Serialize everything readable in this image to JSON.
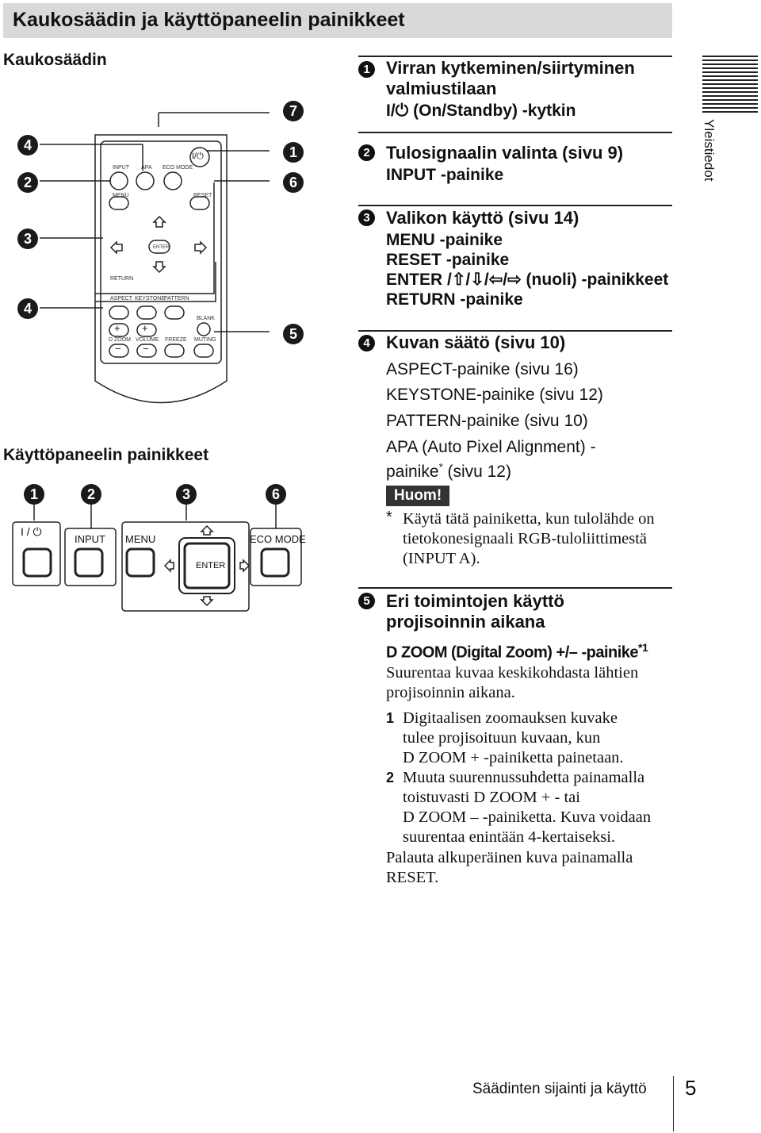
{
  "header": {
    "title": "Kaukosäädin ja käyttöpaneelin painikkeet"
  },
  "left": {
    "remote_heading": "Kaukosäädin",
    "panel_heading": "Käyttöpaneelin painikkeet",
    "callouts": {
      "c1": "1",
      "c2": "2",
      "c3": "3",
      "c4": "4",
      "c5": "5",
      "c6": "6",
      "c7": "7"
    },
    "remote": {
      "input": "INPUT",
      "apa": "APA",
      "eco": "ECO MODE",
      "power": "I/⏻",
      "menu": "MENU",
      "reset": "RESET",
      "enter": "ENTER",
      "return": "RETURN",
      "aspect": "ASPECT",
      "keystone": "KEYSTONE",
      "pattern": "PATTERN",
      "blank": "BLANK",
      "dzoom": "D ZOOM",
      "volume": "VOLUME",
      "freeze": "FREEZE",
      "muting": "MUTING",
      "plus": "+",
      "minus": "−"
    },
    "panel": {
      "power": "I / ⏻",
      "input": "INPUT",
      "menu": "MENU",
      "enter": "ENTER",
      "eco": "ECO MODE"
    }
  },
  "sections": {
    "s1": {
      "num": "1",
      "title1": "Virran kytkeminen/siirtyminen",
      "title2": "valmiustilaan",
      "line1": "I/⏻ (On/Standby) -kytkin"
    },
    "s2": {
      "num": "2",
      "title": "Tulosignaalin valinta (sivu 9)",
      "line1": "INPUT -painike"
    },
    "s3": {
      "num": "3",
      "title": "Valikon käyttö (sivu 14)",
      "line1": "MENU -painike",
      "line2": "RESET -painike",
      "line3": "ENTER /⇧/⇩/⇦/⇨ (nuoli) -painikkeet",
      "line4": "RETURN -painike"
    },
    "s4": {
      "num": "4",
      "title": "Kuvan säätö (sivu 10)",
      "line1": "ASPECT-painike (sivu 16)",
      "line2": "KEYSTONE-painike (sivu 12)",
      "line3": "PATTERN-painike (sivu 10)",
      "line4a": "APA (Auto Pixel Alignment) -",
      "line4b": "painike",
      "star": "*",
      "line4c": " (sivu 12)",
      "note_label": "Huom!",
      "note_star": "*",
      "note1": "Käytä tätä painiketta, kun tulolähde on",
      "note2": "tietokonesignaali RGB-tuloliittimestä",
      "note3": "(INPUT A)."
    },
    "s5": {
      "num": "5",
      "title1": "Eri toimintojen käyttö",
      "title2": "projisoinnin aikana",
      "sub": "D ZOOM (Digital Zoom) +/– -painike",
      "sub_sup": "*1",
      "p1": "Suurentaa kuvaa keskikohdasta lähtien",
      "p2": "projisoinnin aikana.",
      "i1n": "1",
      "i1a": "Digitaalisen zoomauksen kuvake",
      "i1b": "tulee projisoituun kuvaan, kun",
      "i1c": "D ZOOM + -painiketta painetaan.",
      "i2n": "2",
      "i2a": "Muuta suurennussuhdetta painamalla",
      "i2b": "toistuvasti D ZOOM + - tai",
      "i2c": "D ZOOM – -painiketta. Kuva voidaan",
      "i2d": "suurentaa enintään 4-kertaiseksi.",
      "p3": "Palauta alkuperäinen kuva painamalla",
      "p4": "RESET."
    }
  },
  "sidebar": {
    "label": "Yleistiedot"
  },
  "footer": {
    "text": "Säädinten sijainti ja käyttö",
    "page": "5"
  }
}
